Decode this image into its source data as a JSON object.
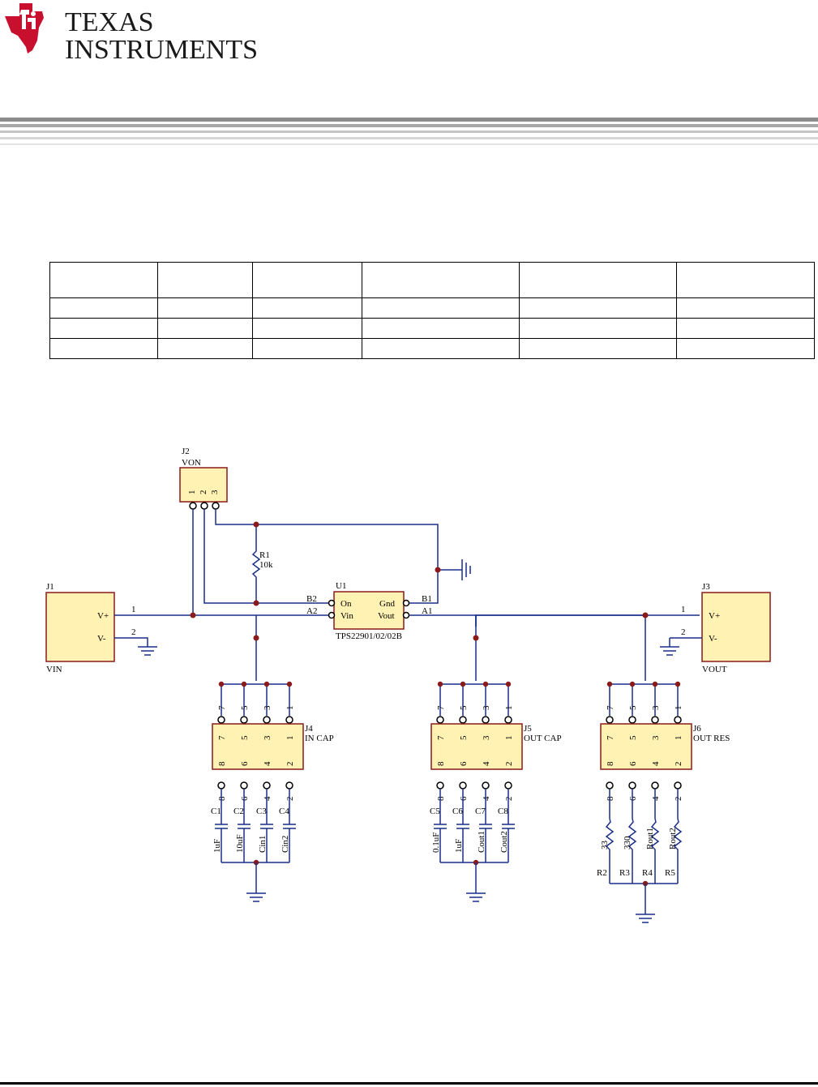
{
  "brand": {
    "line1": "TEXAS",
    "line2": "INSTRUMENTS",
    "color": "#c8102e"
  },
  "table": {
    "rows": 4,
    "cols": 6
  },
  "schematic": {
    "wire_color": "#1a2f8a",
    "body_color": "#fff2b3",
    "body_stroke": "#8b1a1a",
    "pin_text_color": "#000000",
    "j2": {
      "ref": "J2",
      "name": "VON",
      "pins": [
        "1",
        "2",
        "3"
      ]
    },
    "r1": {
      "ref": "R1",
      "value": "10k"
    },
    "u1": {
      "ref": "U1",
      "part": "TPS22901/02/02B",
      "pin_on": "On",
      "pin_gnd": "Gnd",
      "pin_vin": "Vin",
      "pin_vout": "Vout",
      "ball_b2": "B2",
      "ball_b1": "B1",
      "ball_a2": "A2",
      "ball_a1": "A1"
    },
    "j1": {
      "ref": "J1",
      "name": "VIN",
      "vplus": "V+",
      "vminus": "V-",
      "pin1": "1",
      "pin2": "2"
    },
    "j3": {
      "ref": "J3",
      "name": "VOUT",
      "vplus": "V+",
      "vminus": "V-",
      "pin1": "1",
      "pin2": "2"
    },
    "j4": {
      "ref": "J4",
      "name": "IN CAP"
    },
    "j5": {
      "ref": "J5",
      "name": "OUT CAP"
    },
    "j6": {
      "ref": "J6",
      "name": "OUT RES"
    },
    "header_top_pins": [
      "7",
      "5",
      "3",
      "1"
    ],
    "header_bottom_pins": [
      "8",
      "6",
      "4",
      "2"
    ],
    "in_caps": {
      "refs": [
        "C1",
        "C2",
        "C3",
        "C4"
      ],
      "values": [
        "1uF",
        "10uF",
        "Cin1",
        "Cin2"
      ]
    },
    "out_caps": {
      "refs": [
        "C5",
        "C6",
        "C7",
        "C8"
      ],
      "values": [
        "0.1uF",
        "1uF",
        "Cout1",
        "Cout2"
      ]
    },
    "resistors": {
      "refs": [
        "R2",
        "R3",
        "R4",
        "R5"
      ],
      "values": [
        "33",
        "330",
        "Rout1",
        "Rout2"
      ]
    }
  }
}
